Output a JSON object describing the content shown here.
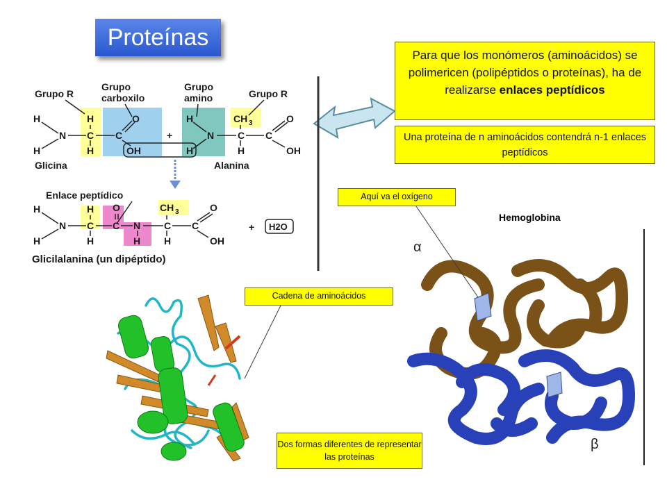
{
  "title": "Proteínas",
  "box_main": {
    "text": "Para que los monómeros (aminoácidos) se polimericen (polipéptidos o proteínas), ha de realizarse ",
    "bold": "enlaces peptídicos"
  },
  "box_count": "Una proteína de n aminoácidos contendrá n-1 enlaces peptídicos",
  "label_oxygen": "Aquí va el oxígeno",
  "label_chain": "Cadena de aminoácidos",
  "label_forms": "Dos formas diferentes de representar las proteínas",
  "hemoglobin_title": "Hemoglobina",
  "reaction": {
    "grupo_r_1": "Grupo R",
    "grupo_carboxilo": [
      "Grupo",
      "carboxilo"
    ],
    "grupo_amino": [
      "Grupo",
      "amino"
    ],
    "grupo_r_2": "Grupo R",
    "glicina": "Glicina",
    "alanina": "Alanina",
    "enlace": "Enlace peptídico",
    "product": "Glicilalanina (un dipéptido)",
    "water": "H2O"
  },
  "greek": {
    "alpha": "α",
    "beta": "β"
  },
  "colors": {
    "title_bg": "#3a68de",
    "yellow_box": "#ffff00",
    "carboxyl_box": "#9fd0ee",
    "amino_box": "#7fc7bf",
    "peptide_box": "#ee88cc",
    "side_chain_box": "#ffff99",
    "hemoglobin_alpha": "#7a5218",
    "hemoglobin_beta": "#2840b8",
    "helix_green": "#22c12a",
    "sheet_orange": "#d18a2a",
    "coil_cyan": "#1fb6c8"
  }
}
